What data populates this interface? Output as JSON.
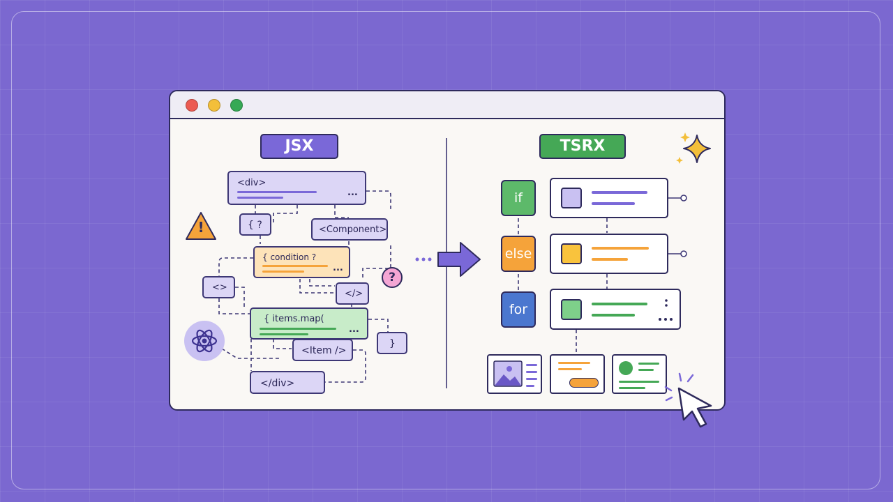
{
  "left_panel": {
    "title": "JSX",
    "nodes": {
      "div_open": "<div>",
      "brace_q": "{ ?",
      "component": "<Component>",
      "condition": "{ condition ?",
      "fragment_open": "<>",
      "fragment_close": "</>",
      "items_map": "{ items.map(",
      "close_brace": "}",
      "item": "<Item />",
      "div_close": "</div>",
      "ellipsis": "..."
    }
  },
  "right_panel": {
    "title": "TSRX",
    "keywords": [
      "if",
      "else",
      "for"
    ]
  },
  "glyphs": {
    "warning": "!",
    "question": "?"
  },
  "icons": [
    "window-dots",
    "warning-icon",
    "question-icon",
    "react-atom-icon",
    "arrow-right-icon",
    "sparkle-icon",
    "cursor-icon"
  ],
  "colors": {
    "background": "#7b68d0",
    "jsx_pill": "#7a68d8",
    "tsrx_pill": "#45a856",
    "if": "#5db96a",
    "else": "#f5a33a",
    "for": "#4b77cf"
  }
}
